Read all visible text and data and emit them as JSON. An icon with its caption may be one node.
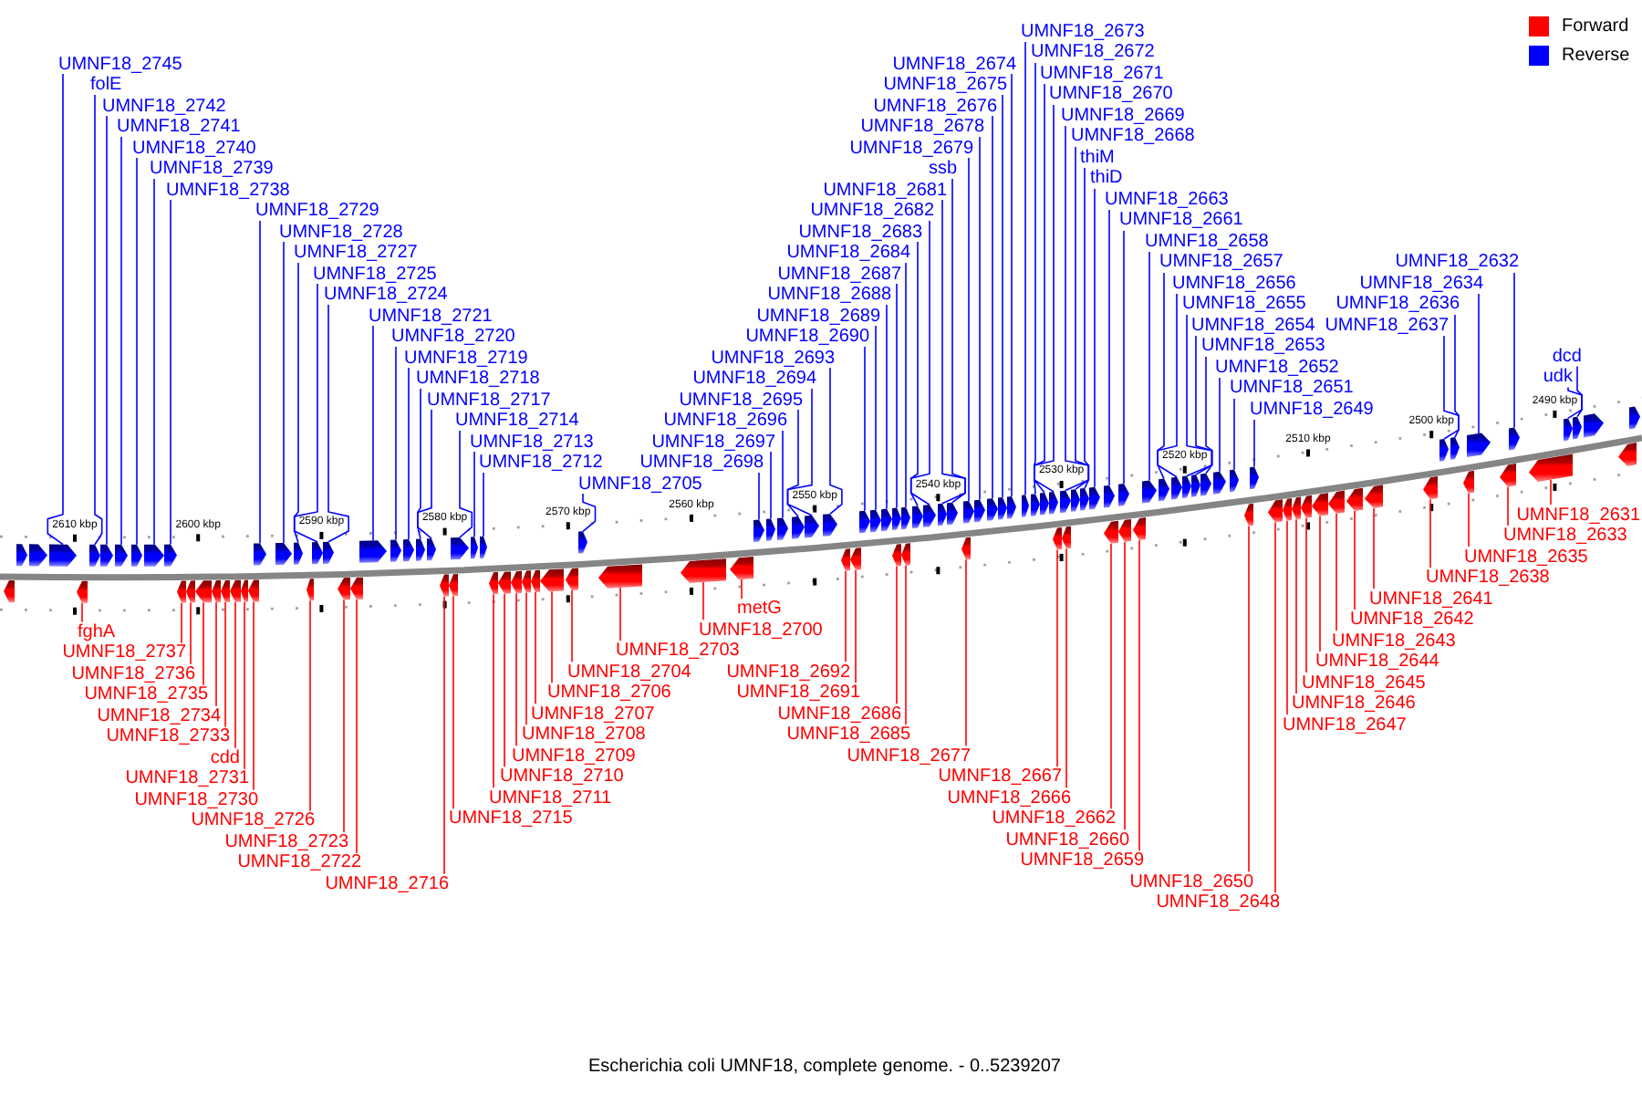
{
  "diagram": {
    "caption": "Escherichia coli UMNF18, complete genome. - 0..5239207",
    "nodes": [
      {
        "text": [
          "UMNF18_2745"
        ]
      },
      {
        "text": [],
        "shape": "arrow"
      },
      {
        "text": [
          "folE"
        ]
      },
      {
        "text": [],
        "shape": "arrow"
      },
      {
        "text": [
          "UMNF18_2742"
        ]
      },
      {
        "text": [],
        "shape": "arrow"
      },
      {
        "text": [
          "UMNF18_2741"
        ]
      },
      {
        "text": [],
        "shape": "arrow"
      },
      {
        "text": [
          "UMNF18_2740"
        ]
      },
      {
        "text": [],
        "shape": "arrow"
      },
      {
        "text": [
          "UMNF18_2739"
        ]
      },
      {
        "text": [],
        "shape": "arrow"
      },
      {
        "text": [
          "UMNF18_2738"
        ]
      },
      {
        "text": [],
        "shape": "arrow"
      },
      {
        "text": [
          "UMNF18_2729"
        ]
      },
      {
        "text": [],
        "shape": "arrow"
      },
      {
        "text": [
          "UMNF18_2728"
        ]
      },
      {
        "text": [],
        "shape": "arrow"
      },
      {
        "text": [
          "UMNF18_2727"
        ]
      },
      {
        "text": [],
        "shape": "arrow"
      },
      {
        "text": [
          "UMNF18_2725"
        ]
      },
      {
        "text": [],
        "shape": "arrow"
      },
      {
        "text": [
          "UMNF18_2724"
        ]
      },
      {
        "text": [],
        "shape": "arrow"
      },
      {
        "text": [
          "UMNF18_2721"
        ]
      },
      {
        "text": [],
        "shape": "arrow"
      },
      {
        "text": [
          "UMNF18_2720"
        ]
      },
      {
        "text": [],
        "shape": "arrow"
      },
      {
        "text": [
          "UMNF18_2719"
        ]
      },
      {
        "text": [],
        "shape": "arrow"
      },
      {
        "text": [
          "UMNF18_2718"
        ]
      },
      {
        "text": [],
        "shape": "arrow"
      },
      {
        "text": [
          "UMNF18_2717"
        ]
      },
      {
        "text": [],
        "shape": "arrow"
      },
      {
        "text": [
          "UMNF18_2714"
        ]
      },
      {
        "text": [],
        "shape": "arrow"
      },
      {
        "text": [
          "UMNF18_2713"
        ]
      },
      {
        "text": [],
        "shape": "arrow"
      },
      {
        "text": [
          "UMNF18_2712"
        ]
      },
      {
        "text": [],
        "shape": "arrow"
      },
      {
        "text": [
          "UMNF18_2705"
        ]
      },
      {
        "text": [],
        "shape": "arrow"
      },
      {
        "text": [
          "UMNF18_2698"
        ]
      },
      {
        "text": [],
        "shape": "arrow"
      },
      {
        "text": [
          "UMNF18_2697"
        ]
      },
      {
        "text": [],
        "shape": "arrow"
      },
      {
        "text": [
          "UMNF18_2696"
        ]
      },
      {
        "text": [],
        "shape": "arrow"
      },
      {
        "text": [
          "UMNF18_2695"
        ]
      },
      {
        "text": [],
        "shape": "arrow"
      },
      {
        "text": [
          "UMNF18_2694"
        ]
      },
      {
        "text": [],
        "shape": "arrow"
      },
      {
        "text": [
          "UMNF18_2693"
        ]
      },
      {
        "text": [],
        "shape": "arrow"
      },
      {
        "text": [
          "UMNF18_2690"
        ]
      },
      {
        "text": [],
        "shape": "arrow"
      },
      {
        "text": [
          "UMNF18_2689"
        ]
      },
      {
        "text": [],
        "shape": "arrow"
      },
      {
        "text": [
          "UMNF18_2688"
        ]
      },
      {
        "text": [],
        "shape": "arrow"
      },
      {
        "text": [
          "UMNF18_2687"
        ]
      },
      {
        "text": [],
        "shape": "arrow"
      },
      {
        "text": [
          "UMNF18_2684"
        ]
      },
      {
        "text": [],
        "shape": "arrow"
      },
      {
        "text": [
          "UMNF18_2683"
        ]
      },
      {
        "text": [],
        "shape": "arrow"
      },
      {
        "text": [
          "UMNF18_2682"
        ]
      },
      {
        "text": [],
        "shape": "arrow"
      },
      {
        "text": [
          "UMNF18_2681"
        ]
      },
      {
        "text": [],
        "shape": "arrow"
      },
      {
        "text": [
          "ssb"
        ]
      },
      {
        "text": [],
        "shape": "arrow"
      },
      {
        "text": [
          "UMNF18_2679"
        ]
      },
      {
        "text": [],
        "shape": "arrow"
      },
      {
        "text": [
          "UMNF18_2678"
        ]
      },
      {
        "text": [],
        "shape": "arrow"
      },
      {
        "text": [
          "UMNF18_2676"
        ]
      },
      {
        "text": [],
        "shape": "arrow"
      },
      {
        "text": [
          "UMNF18_2675"
        ]
      },
      {
        "text": [],
        "shape": "arrow"
      },
      {
        "text": [
          "UMNF18_2674"
        ]
      },
      {
        "text": [],
        "shape": "arrow"
      },
      {
        "text": [
          "UMNF18_2673"
        ]
      },
      {
        "text": [],
        "shape": "arrow"
      },
      {
        "text": [
          "UMNF18_2672"
        ]
      },
      {
        "text": [],
        "shape": "arrow"
      },
      {
        "text": [
          "UMNF18_2671"
        ]
      },
      {
        "text": [],
        "shape": "arrow"
      },
      {
        "text": [
          "UMNF18_2670"
        ]
      },
      {
        "text": [],
        "shape": "arrow"
      },
      {
        "text": [
          "UMNF18_2669"
        ]
      },
      {
        "text": [],
        "shape": "arrow"
      },
      {
        "text": [
          "UMNF18_2668"
        ]
      },
      {
        "text": [],
        "shape": "arrow"
      },
      {
        "text": [
          "thiM"
        ]
      },
      {
        "text": [],
        "shape": "arrow"
      },
      {
        "text": [
          "thiD"
        ]
      },
      {
        "text": [],
        "shape": "arrow"
      },
      {
        "text": [
          "UMNF18_2663"
        ]
      },
      {
        "text": [],
        "shape": "arrow"
      },
      {
        "text": [
          "UMNF18_2661"
        ]
      },
      {
        "text": [],
        "shape": "arrow"
      },
      {
        "text": [
          "UMNF18_2658"
        ]
      },
      {
        "text": [],
        "shape": "arrow"
      },
      {
        "text": [
          "UMNF18_2657"
        ]
      },
      {
        "text": [],
        "shape": "arrow"
      },
      {
        "text": [
          "UMNF18_2656"
        ]
      },
      {
        "text": [],
        "shape": "arrow"
      },
      {
        "text": [
          "UMNF18_2655"
        ]
      },
      {
        "text": [],
        "shape": "arrow"
      },
      {
        "text": [
          "UMNF18_2654"
        ]
      },
      {
        "text": [],
        "shape": "arrow"
      },
      {
        "text": [
          "UMNF18_2653"
        ]
      },
      {
        "text": [],
        "shape": "arrow"
      },
      {
        "text": [
          "UMNF18_2652"
        ]
      },
      {
        "text": [],
        "shape": "arrow"
      },
      {
        "text": [
          "UMNF18_2651"
        ]
      },
      {
        "text": [],
        "shape": "arrow"
      },
      {
        "text": [
          "UMNF18_2649"
        ]
      },
      {
        "text": [],
        "shape": "arrow"
      },
      {
        "text": [
          "UMNF18_2637"
        ]
      },
      {
        "text": [],
        "shape": "arrow"
      },
      {
        "text": [
          "UMNF18_2636"
        ]
      },
      {
        "text": [],
        "shape": "arrow"
      },
      {
        "text": [
          "UMNF18_2634"
        ]
      },
      {
        "text": [],
        "shape": "arrow"
      },
      {
        "text": [
          "UMNF18_2632"
        ]
      },
      {
        "text": [],
        "shape": "arrow"
      },
      {
        "text": [
          "udk"
        ]
      },
      {
        "text": [],
        "shape": "arrow"
      },
      {
        "text": [
          "dcd"
        ]
      },
      {
        "text": [],
        "shape": "arrow"
      },
      {
        "text": [
          "fghA"
        ]
      },
      {
        "text": [],
        "shape": "arrow"
      },
      {
        "text": [
          "UMNF18_2737"
        ]
      },
      {
        "text": [],
        "shape": "arrow"
      },
      {
        "text": [
          "UMNF18_2736"
        ]
      },
      {
        "text": [],
        "shape": "arrow"
      },
      {
        "text": [
          "UMNF18_2735"
        ]
      },
      {
        "text": [],
        "shape": "arrow"
      },
      {
        "text": [
          "UMNF18_2734"
        ]
      },
      {
        "text": [],
        "shape": "arrow"
      },
      {
        "text": [
          "UMNF18_2733"
        ]
      },
      {
        "text": [],
        "shape": "arrow"
      },
      {
        "text": [
          "cdd"
        ]
      },
      {
        "text": [],
        "shape": "arrow"
      },
      {
        "text": [
          "UMNF18_2731"
        ]
      },
      {
        "text": [],
        "shape": "arrow"
      },
      {
        "text": [
          "UMNF18_2730"
        ]
      },
      {
        "text": [],
        "shape": "arrow"
      },
      {
        "text": [
          "UMNF18_2726"
        ]
      },
      {
        "text": [],
        "shape": "arrow"
      },
      {
        "text": [
          "UMNF18_2723"
        ]
      },
      {
        "text": [],
        "shape": "arrow"
      },
      {
        "text": [
          "UMNF18_2722"
        ]
      },
      {
        "text": [],
        "shape": "arrow"
      },
      {
        "text": [
          "UMNF18_2716"
        ]
      },
      {
        "text": [],
        "shape": "arrow"
      },
      {
        "text": [
          "UMNF18_2715"
        ]
      },
      {
        "text": [],
        "shape": "arrow"
      },
      {
        "text": [
          "UMNF18_2711"
        ]
      },
      {
        "text": [],
        "shape": "arrow"
      },
      {
        "text": [
          "UMNF18_2710"
        ]
      },
      {
        "text": [],
        "shape": "arrow"
      },
      {
        "text": [
          "UMNF18_2709"
        ]
      },
      {
        "text": [],
        "shape": "arrow"
      },
      {
        "text": [
          "UMNF18_2708"
        ]
      },
      {
        "text": [],
        "shape": "arrow"
      },
      {
        "text": [
          "UMNF18_2707"
        ]
      },
      {
        "text": [],
        "shape": "arrow"
      },
      {
        "text": [
          "UMNF18_2706"
        ]
      },
      {
        "text": [],
        "shape": "arrow"
      },
      {
        "text": [
          "UMNF18_2704"
        ]
      },
      {
        "text": [],
        "shape": "arrow"
      },
      {
        "text": [
          "UMNF18_2703"
        ]
      },
      {
        "text": [],
        "shape": "arrow"
      },
      {
        "text": [
          "UMNF18_2700"
        ]
      },
      {
        "text": [],
        "shape": "arrow"
      },
      {
        "text": [
          "metG"
        ]
      },
      {
        "text": [],
        "shape": "arrow"
      },
      {
        "text": [
          "UMNF18_2692"
        ]
      },
      {
        "text": [],
        "shape": "arrow"
      },
      {
        "text": [
          "UMNF18_2691"
        ]
      },
      {
        "text": [],
        "shape": "arrow"
      },
      {
        "text": [
          "UMNF18_2686"
        ]
      },
      {
        "text": [],
        "shape": "arrow"
      },
      {
        "text": [
          "UMNF18_2685"
        ]
      },
      {
        "text": [],
        "shape": "arrow"
      },
      {
        "text": [
          "UMNF18_2677"
        ]
      },
      {
        "text": [],
        "shape": "arrow"
      },
      {
        "text": [
          "UMNF18_2667"
        ]
      },
      {
        "text": [],
        "shape": "arrow"
      },
      {
        "text": [
          "UMNF18_2666"
        ]
      },
      {
        "text": [],
        "shape": "arrow"
      },
      {
        "text": [
          "UMNF18_2662"
        ]
      },
      {
        "text": [],
        "shape": "arrow"
      },
      {
        "text": [
          "UMNF18_2660"
        ]
      },
      {
        "text": [],
        "shape": "arrow"
      },
      {
        "text": [
          "UMNF18_2659"
        ]
      },
      {
        "text": [],
        "shape": "arrow"
      },
      {
        "text": [
          "UMNF18_2650"
        ]
      },
      {
        "text": [],
        "shape": "arrow"
      },
      {
        "text": [
          "UMNF18_2648"
        ]
      },
      {
        "text": [],
        "shape": "arrow"
      },
      {
        "text": [
          "UMNF18_2647"
        ]
      },
      {
        "text": [],
        "shape": "arrow"
      },
      {
        "text": [
          "UMNF18_2646"
        ]
      },
      {
        "text": [],
        "shape": "arrow"
      },
      {
        "text": [
          "UMNF18_2645"
        ]
      },
      {
        "text": [],
        "shape": "arrow"
      },
      {
        "text": [
          "UMNF18_2644"
        ]
      },
      {
        "text": [],
        "shape": "arrow"
      },
      {
        "text": [
          "UMNF18_2643"
        ]
      },
      {
        "text": [],
        "shape": "arrow"
      },
      {
        "text": [
          "UMNF18_2642"
        ]
      },
      {
        "text": [],
        "shape": "arrow"
      },
      {
        "text": [
          "UMNF18_2641"
        ]
      },
      {
        "text": [],
        "shape": "arrow"
      },
      {
        "text": [
          "UMNF18_2638"
        ]
      },
      {
        "text": [],
        "shape": "arrow"
      },
      {
        "text": [
          "UMNF18_2635"
        ]
      },
      {
        "text": [],
        "shape": "arrow"
      },
      {
        "text": [
          "UMNF18_2633"
        ]
      },
      {
        "text": [],
        "shape": "arrow"
      },
      {
        "text": [
          "UMNF18_2631"
        ]
      },
      {
        "text": [],
        "shape": "arrow"
      },
      {
        "text": [],
        "shape": "arrow"
      },
      {
        "text": [],
        "shape": "arrow"
      },
      {
        "text": [],
        "shape": "arrow"
      },
      {
        "text": [],
        "shape": "arrow"
      },
      {
        "text": [],
        "shape": "arrow"
      },
      {
        "text": [],
        "shape": "arrow"
      }
    ],
    "edges": [
      {
        "from": 0,
        "to": 1,
        "arrow": "none"
      },
      {
        "from": 2,
        "to": 3,
        "arrow": "none"
      },
      {
        "from": 4,
        "to": 5,
        "arrow": "none"
      },
      {
        "from": 6,
        "to": 7,
        "arrow": "none"
      },
      {
        "from": 8,
        "to": 9,
        "arrow": "none"
      },
      {
        "from": 10,
        "to": 11,
        "arrow": "none"
      },
      {
        "from": 12,
        "to": 13,
        "arrow": "none"
      },
      {
        "from": 14,
        "to": 15,
        "arrow": "none"
      },
      {
        "from": 16,
        "to": 17,
        "arrow": "none"
      },
      {
        "from": 18,
        "to": 19,
        "arrow": "none"
      },
      {
        "from": 20,
        "to": 21,
        "arrow": "none"
      },
      {
        "from": 22,
        "to": 23,
        "arrow": "none"
      },
      {
        "from": 24,
        "to": 25,
        "arrow": "none"
      },
      {
        "from": 26,
        "to": 27,
        "arrow": "none"
      },
      {
        "from": 28,
        "to": 29,
        "arrow": "none"
      },
      {
        "from": 30,
        "to": 31,
        "arrow": "none"
      },
      {
        "from": 32,
        "to": 33,
        "arrow": "none"
      },
      {
        "from": 34,
        "to": 35,
        "arrow": "none"
      },
      {
        "from": 36,
        "to": 37,
        "arrow": "none"
      },
      {
        "from": 38,
        "to": 39,
        "arrow": "none"
      },
      {
        "from": 40,
        "to": 41,
        "arrow": "none"
      },
      {
        "from": 42,
        "to": 43,
        "arrow": "none"
      },
      {
        "from": 44,
        "to": 45,
        "arrow": "none"
      },
      {
        "from": 46,
        "to": 47,
        "arrow": "none"
      },
      {
        "from": 48,
        "to": 49,
        "arrow": "none"
      },
      {
        "from": 50,
        "to": 51,
        "arrow": "none"
      },
      {
        "from": 52,
        "to": 53,
        "arrow": "none"
      },
      {
        "from": 54,
        "to": 55,
        "arrow": "none"
      },
      {
        "from": 56,
        "to": 57,
        "arrow": "none"
      },
      {
        "from": 58,
        "to": 59,
        "arrow": "none"
      },
      {
        "from": 60,
        "to": 61,
        "arrow": "none"
      },
      {
        "from": 62,
        "to": 63,
        "arrow": "none"
      },
      {
        "from": 64,
        "to": 65,
        "arrow": "none"
      },
      {
        "from": 66,
        "to": 67,
        "arrow": "none"
      },
      {
        "from": 68,
        "to": 69,
        "arrow": "none"
      },
      {
        "from": 70,
        "to": 71,
        "arrow": "none"
      },
      {
        "from": 72,
        "to": 73,
        "arrow": "none"
      },
      {
        "from": 74,
        "to": 75,
        "arrow": "none"
      },
      {
        "from": 76,
        "to": 77,
        "arrow": "none"
      },
      {
        "from": 78,
        "to": 79,
        "arrow": "none"
      },
      {
        "from": 80,
        "to": 81,
        "arrow": "none"
      },
      {
        "from": 82,
        "to": 83,
        "arrow": "none"
      },
      {
        "from": 84,
        "to": 85,
        "arrow": "none"
      },
      {
        "from": 86,
        "to": 87,
        "arrow": "none"
      },
      {
        "from": 88,
        "to": 89,
        "arrow": "none"
      },
      {
        "from": 90,
        "to": 91,
        "arrow": "none"
      },
      {
        "from": 92,
        "to": 93,
        "arrow": "none"
      },
      {
        "from": 94,
        "to": 95,
        "arrow": "none"
      },
      {
        "from": 96,
        "to": 97,
        "arrow": "none"
      },
      {
        "from": 98,
        "to": 99,
        "arrow": "none"
      },
      {
        "from": 100,
        "to": 101,
        "arrow": "none"
      },
      {
        "from": 102,
        "to": 103,
        "arrow": "none"
      },
      {
        "from": 104,
        "to": 105,
        "arrow": "none"
      },
      {
        "from": 106,
        "to": 107,
        "arrow": "none"
      },
      {
        "from": 108,
        "to": 109,
        "arrow": "none"
      },
      {
        "from": 110,
        "to": 111,
        "arrow": "none"
      },
      {
        "from": 112,
        "to": 113,
        "arrow": "none"
      },
      {
        "from": 114,
        "to": 115,
        "arrow": "none"
      },
      {
        "from": 116,
        "to": 117,
        "arrow": "none"
      },
      {
        "from": 118,
        "to": 119,
        "arrow": "none"
      },
      {
        "from": 120,
        "to": 121,
        "arrow": "none"
      },
      {
        "from": 122,
        "to": 123,
        "arrow": "none"
      },
      {
        "from": 124,
        "to": 125,
        "arrow": "none"
      },
      {
        "from": 126,
        "to": 127,
        "arrow": "none"
      },
      {
        "from": 128,
        "to": 129,
        "arrow": "none"
      },
      {
        "from": 130,
        "to": 131,
        "arrow": "none"
      },
      {
        "from": 132,
        "to": 133,
        "arrow": "none",
        "color": "#ff0000"
      },
      {
        "from": 134,
        "to": 135,
        "arrow": "none",
        "color": "#ff0000"
      },
      {
        "from": 136,
        "to": 137,
        "arrow": "none",
        "color": "#ff0000"
      },
      {
        "from": 138,
        "to": 139,
        "arrow": "none",
        "color": "#ff0000"
      },
      {
        "from": 140,
        "to": 141,
        "arrow": "none",
        "color": "#ff0000"
      },
      {
        "from": 142,
        "to": 143,
        "arrow": "none",
        "color": "#ff0000"
      },
      {
        "from": 144,
        "to": 145,
        "arrow": "none",
        "color": "#ff0000"
      },
      {
        "from": 146,
        "to": 147,
        "arrow": "none",
        "color": "#ff0000"
      },
      {
        "from": 148,
        "to": 149,
        "arrow": "none",
        "color": "#ff0000"
      },
      {
        "from": 150,
        "to": 151,
        "arrow": "none",
        "color": "#ff0000"
      },
      {
        "from": 152,
        "to": 153,
        "arrow": "none",
        "color": "#ff0000"
      },
      {
        "from": 154,
        "to": 155,
        "arrow": "none",
        "color": "#ff0000"
      },
      {
        "from": 156,
        "to": 157,
        "arrow": "none",
        "color": "#ff0000"
      },
      {
        "from": 158,
        "to": 159,
        "arrow": "none",
        "color": "#ff0000"
      },
      {
        "from": 160,
        "to": 161,
        "arrow": "none",
        "color": "#ff0000"
      },
      {
        "from": 162,
        "to": 163,
        "arrow": "none",
        "color": "#ff0000"
      },
      {
        "from": 164,
        "to": 165,
        "arrow": "none",
        "color": "#ff0000"
      },
      {
        "from": 166,
        "to": 167,
        "arrow": "none",
        "color": "#ff0000"
      },
      {
        "from": 168,
        "to": 169,
        "arrow": "none",
        "color": "#ff0000"
      },
      {
        "from": 170,
        "to": 171,
        "arrow": "none",
        "color": "#ff0000"
      },
      {
        "from": 172,
        "to": 173,
        "arrow": "none",
        "color": "#ff0000"
      },
      {
        "from": 174,
        "to": 175,
        "arrow": "none",
        "color": "#ff0000"
      },
      {
        "from": 176,
        "to": 177,
        "arrow": "none",
        "color": "#ff0000"
      },
      {
        "from": 178,
        "to": 179,
        "arrow": "none",
        "color": "#ff0000"
      },
      {
        "from": 180,
        "to": 181,
        "arrow": "none",
        "color": "#ff0000"
      },
      {
        "from": 182,
        "to": 183,
        "arrow": "none",
        "color": "#ff0000"
      },
      {
        "from": 184,
        "to": 185,
        "arrow": "none",
        "color": "#ff0000"
      },
      {
        "from": 186,
        "to": 187,
        "arrow": "none",
        "color": "#ff0000"
      },
      {
        "from": 188,
        "to": 189,
        "arrow": "none",
        "color": "#ff0000"
      },
      {
        "from": 190,
        "to": 191,
        "arrow": "none",
        "color": "#ff0000"
      },
      {
        "from": 192,
        "to": 193,
        "arrow": "none",
        "color": "#ff0000"
      },
      {
        "from": 194,
        "to": 195,
        "arrow": "none",
        "color": "#ff0000"
      },
      {
        "from": 196,
        "to": 197,
        "arrow": "none",
        "color": "#ff0000"
      },
      {
        "from": 198,
        "to": 199,
        "arrow": "none",
        "color": "#ff0000"
      },
      {
        "from": 200,
        "to": 201,
        "arrow": "none",
        "color": "#ff0000"
      },
      {
        "from": 202,
        "to": 203,
        "arrow": "none",
        "color": "#ff0000"
      },
      {
        "from": 204,
        "to": 205,
        "arrow": "none",
        "color": "#ff0000"
      },
      {
        "from": 206,
        "to": 207,
        "arrow": "none",
        "color": "#ff0000"
      },
      {
        "from": 208,
        "to": 209,
        "arrow": "none",
        "color": "#ff0000"
      },
      {
        "from": 210,
        "to": 211,
        "arrow": "none",
        "color": "#ff0000"
      },
      {
        "from": 212,
        "to": 213,
        "arrow": "none",
        "color": "#ff0000"
      },
      {
        "from": 214,
        "to": 215,
        "arrow": "none",
        "color": "#ff0000"
      },
      {
        "from": 216,
        "to": 217,
        "arrow": "none",
        "color": "#ff0000"
      },
      {
        "from": 218,
        "to": 219,
        "arrow": "none",
        "color": "#ff0000"
      },
      {
        "from": 220,
        "to": 221,
        "arrow": "none",
        "color": "#ff0000"
      },
      {
        "from": 222,
        "to": 223,
        "arrow": "none",
        "color": "#ff0000"
      },
      {
        "from": 224,
        "to": 225,
        "arrow": "none",
        "color": "#ff0000"
      }
    ],
    "labels": [
      "2610 kbp",
      "2600 kbp",
      "2590 kbp",
      "2580 kbp",
      "2570 kbp",
      "2560 kbp",
      "2550 kbp",
      "2540 kbp",
      "2530 kbp",
      "2520 kbp",
      "2510 kbp",
      "2500 kbp",
      "2490 kbp"
    ],
    "legend": [
      {
        "text": "Forward",
        "color": "#ff0000"
      },
      {
        "text": "Reverse",
        "color": "#0000ff"
      }
    ]
  }
}
